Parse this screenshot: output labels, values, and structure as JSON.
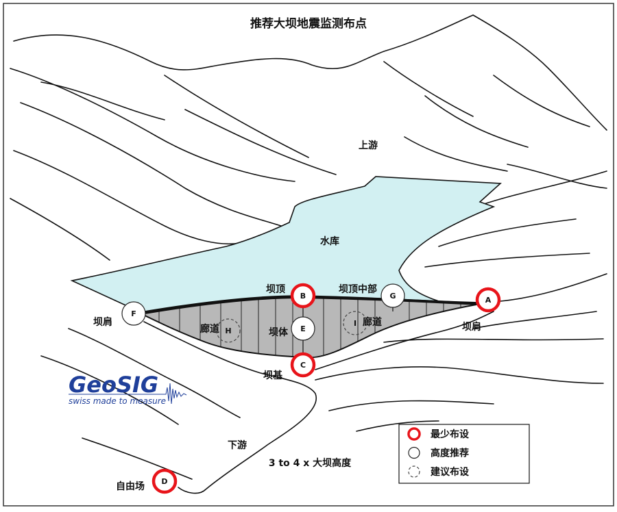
{
  "title": "推荐大坝地震监测布点",
  "labels": {
    "upstream": "上游",
    "reservoir": "水库",
    "dam_crest": "坝顶",
    "dam_crest_middle": "坝顶中部",
    "abutment_left": "坝肩",
    "abutment_right": "坝肩",
    "gallery_left": "廊道",
    "gallery_right": "廊道",
    "dam_body": "坝体",
    "dam_foundation": "坝基",
    "downstream": "下游",
    "distance": "3 to 4 x 大坝高度",
    "free_field": "自由场"
  },
  "markers": [
    {
      "id": "A",
      "type": "minimum"
    },
    {
      "id": "B",
      "type": "minimum"
    },
    {
      "id": "C",
      "type": "minimum"
    },
    {
      "id": "D",
      "type": "minimum"
    },
    {
      "id": "E",
      "type": "recommended"
    },
    {
      "id": "F",
      "type": "recommended"
    },
    {
      "id": "G",
      "type": "recommended"
    },
    {
      "id": "H",
      "type": "suggested"
    },
    {
      "id": "I",
      "type": "suggested"
    }
  ],
  "legend": [
    {
      "label": "最少布设",
      "type": "minimum"
    },
    {
      "label": "高度推荐",
      "type": "recommended"
    },
    {
      "label": "建议布设",
      "type": "suggested"
    }
  ],
  "logo": {
    "name": "GeoSIG",
    "tagline": "swiss made to measure"
  },
  "colors": {
    "reservoir": "#d2f0f2",
    "dam": "#b8b8b8",
    "minimum": "#e8141a",
    "logo": "#1f3f9a"
  }
}
